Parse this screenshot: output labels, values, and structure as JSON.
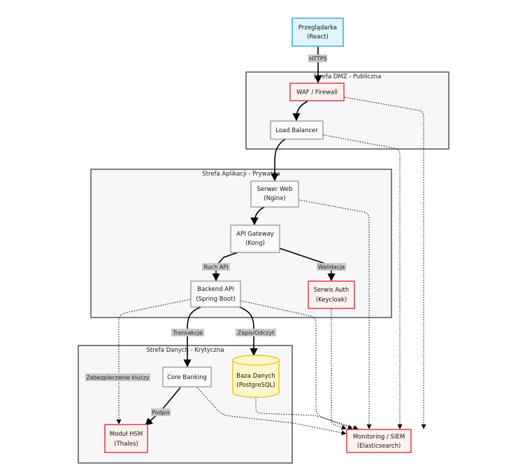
{
  "zones": {
    "dmz": "Strefa DMZ - Publiczna",
    "app": "Strefa Aplikacji - Prywatna",
    "data": "Strefa Danych - Krytyczna"
  },
  "nodes": {
    "browser": [
      "Przeglądarka",
      "(React)"
    ],
    "waf": [
      "WAF / Firewall"
    ],
    "lb": [
      "Load Balancer"
    ],
    "web": [
      "Serwer Web",
      "(Nginx)"
    ],
    "gateway": [
      "API Gateway",
      "(Kong)"
    ],
    "backend": [
      "Backend API",
      "(Spring Boot)"
    ],
    "auth": [
      "Serwis Auth",
      "(Keycloak)"
    ],
    "core": [
      "Core Banking"
    ],
    "db": [
      "Baza Danych",
      "(PostgreSQL)"
    ],
    "hsm": [
      "Moduł HSM",
      "(Thales)"
    ],
    "siem": [
      "Monitoring / SIEM",
      "(Elasticsearch)"
    ]
  },
  "edge_labels": {
    "https": "HTTPS",
    "ruch_api": "Ruch API",
    "walidacja": "Walidacja",
    "transakcje": "Transakcje",
    "zapis": "Zapis/Odczyt",
    "zabezpieczenie": "Zabezpieczenie kluczy",
    "podpis": "Podpis"
  }
}
